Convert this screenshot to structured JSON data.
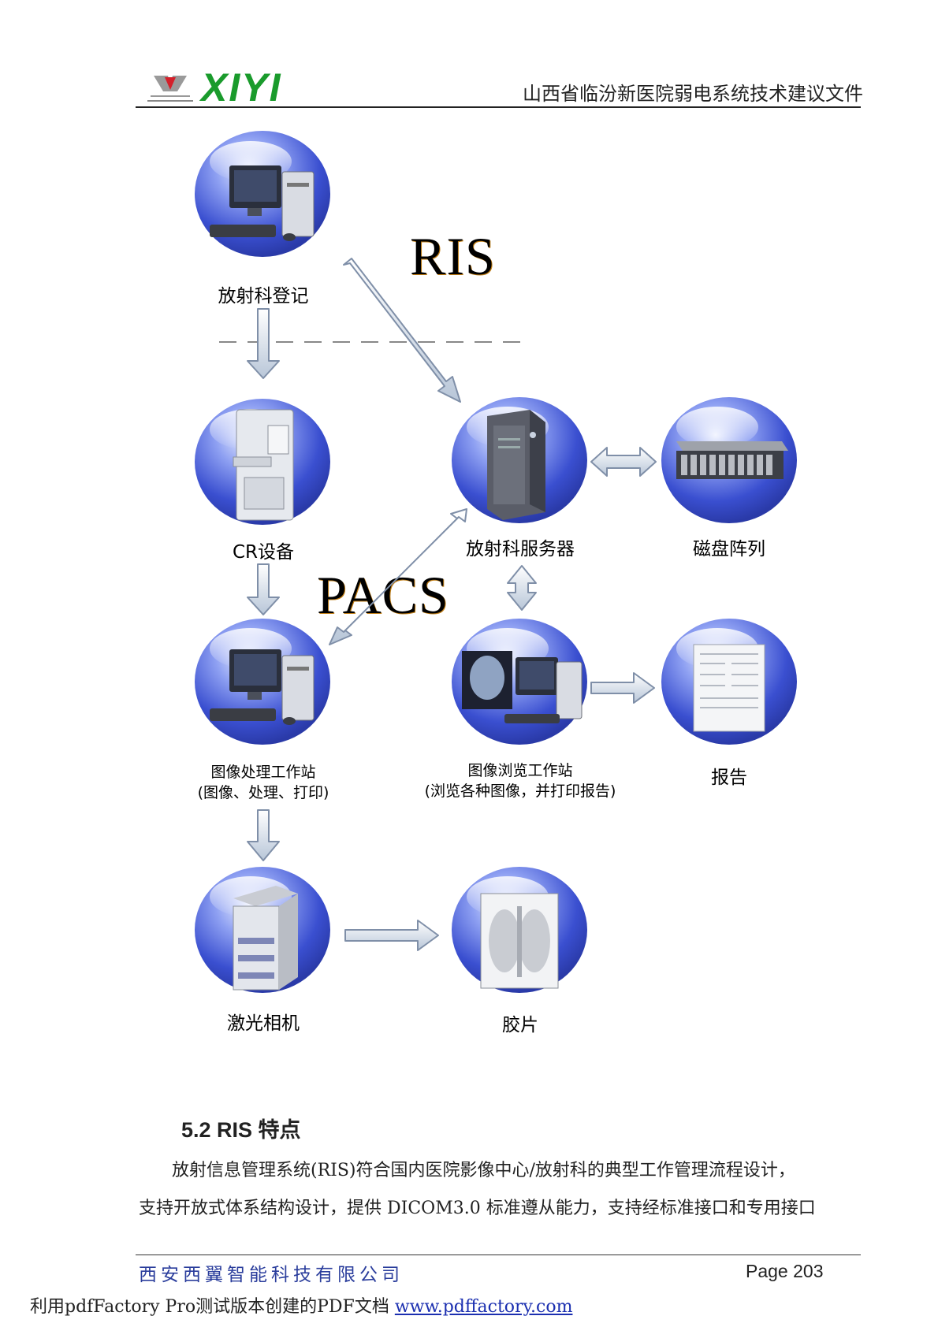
{
  "header": {
    "logo_text": "XIYI",
    "title": "山西省临汾新医院弱电系统技术建议文件"
  },
  "diagram": {
    "system_labels": {
      "ris": "RIS",
      "pacs": "PACS"
    },
    "nodes": {
      "registration": {
        "label": "放射科登记",
        "icon": "computer-workstation-icon"
      },
      "cr": {
        "label": "CR设备",
        "icon": "cr-device-icon"
      },
      "server": {
        "label": "放射科服务器",
        "icon": "tower-server-icon"
      },
      "disk": {
        "label": "磁盘阵列",
        "icon": "disk-array-icon"
      },
      "processing": {
        "label": "图像处理工作站",
        "sub": "(图像、处理、打印)",
        "icon": "computer-workstation-icon"
      },
      "viewing": {
        "label": "图像浏览工作站",
        "sub": "(浏览各种图像，并打印报告)",
        "icon": "xray-monitor-icon"
      },
      "report": {
        "label": "报告",
        "icon": "report-document-icon"
      },
      "laser": {
        "label": "激光相机",
        "icon": "laser-camera-icon"
      },
      "film": {
        "label": "胶片",
        "icon": "xray-film-icon"
      }
    }
  },
  "section": {
    "title": "5.2 RIS 特点",
    "lines": [
      "放射信息管理系统(RIS)符合国内医院影像中心/放射科的典型工作管理流程设计，",
      "支持开放式体系结构设计，提供 DICOM3.0 标准遵从能力，支持经标准接口和专用接口"
    ]
  },
  "footer": {
    "company": "西安西翼智能科技有限公司",
    "page": "Page 203",
    "note_prefix": "利用pdfFactory Pro测试版本创建的PDF文档",
    "note_link": "www.pdffactory.com"
  }
}
